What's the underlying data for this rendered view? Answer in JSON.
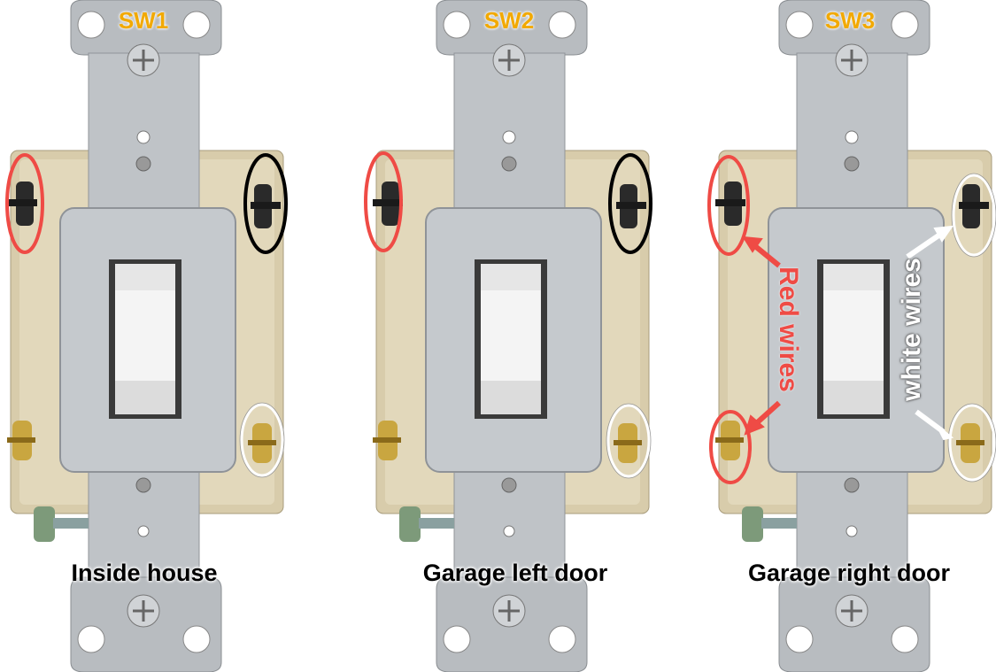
{
  "switches": [
    {
      "title": "SW1",
      "label": "Inside house"
    },
    {
      "title": "SW2",
      "label": "Garage left door"
    },
    {
      "title": "SW3",
      "label": "Garage right door"
    }
  ],
  "annotations": {
    "red_wires": "Red wires",
    "white_wires": "white wires"
  },
  "colors": {
    "title": "#f2a900",
    "red_marker": "#ef4b45",
    "black_marker": "#000000",
    "white_marker": "#ffffff"
  }
}
